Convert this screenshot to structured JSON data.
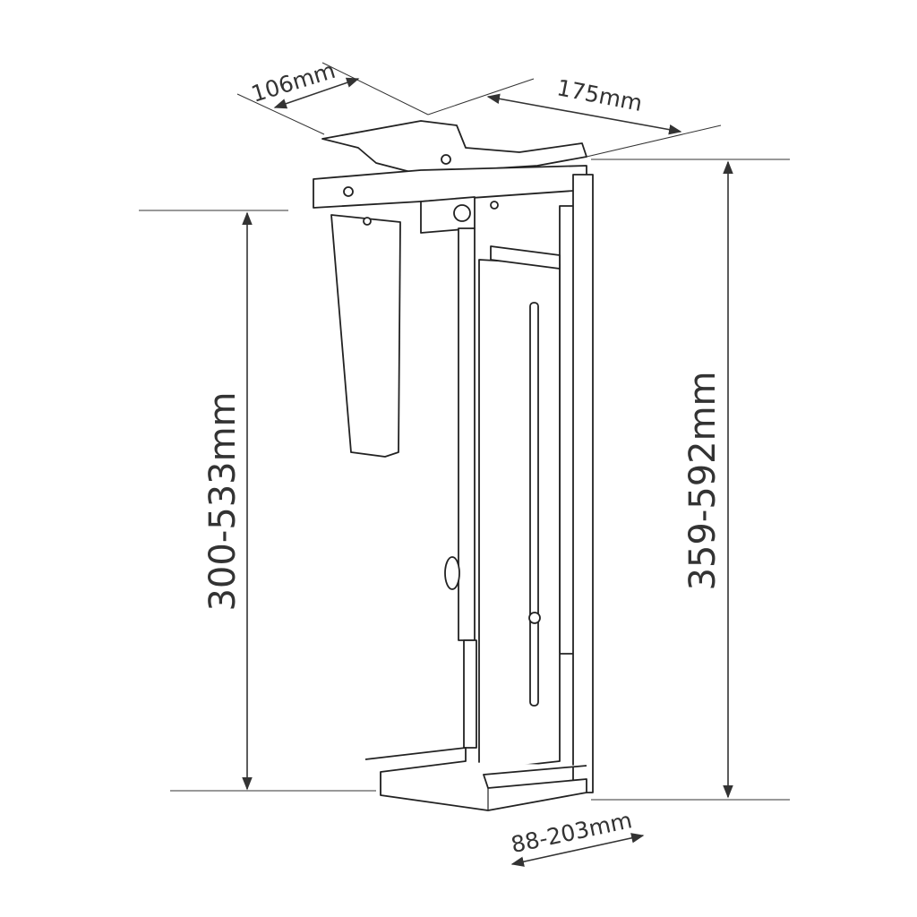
{
  "dimensions": {
    "top_depth": "106mm",
    "top_width": "175mm",
    "clearance_height": "300-533mm",
    "overall_height": "359-592mm",
    "bottom_width": "88-203mm"
  },
  "colors": {
    "line": "#222222",
    "text": "#333333",
    "background": "#ffffff"
  }
}
